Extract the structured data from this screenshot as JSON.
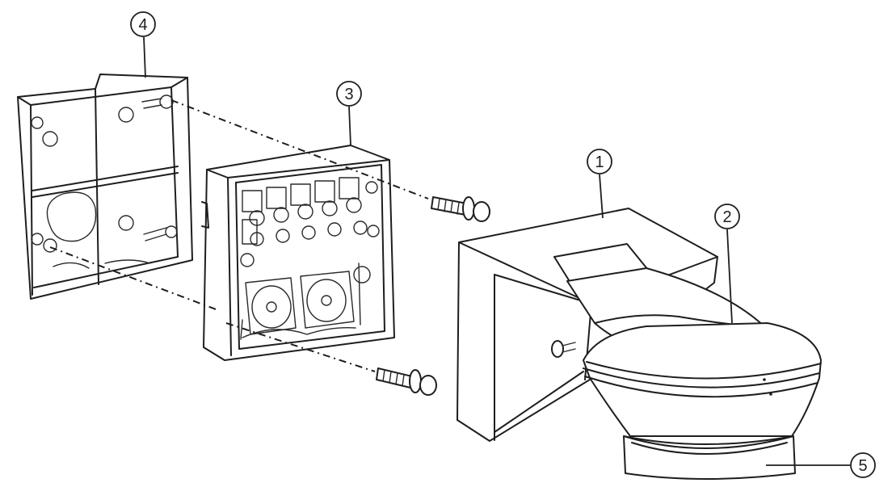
{
  "callouts": [
    {
      "id": "1",
      "label": "1"
    },
    {
      "id": "2",
      "label": "2"
    },
    {
      "id": "3",
      "label": "3"
    },
    {
      "id": "4",
      "label": "4"
    },
    {
      "id": "5",
      "label": "5"
    }
  ],
  "colors": {
    "line": "#1e1e1e",
    "background": "#ffffff",
    "shade": "#f2f2f2"
  }
}
